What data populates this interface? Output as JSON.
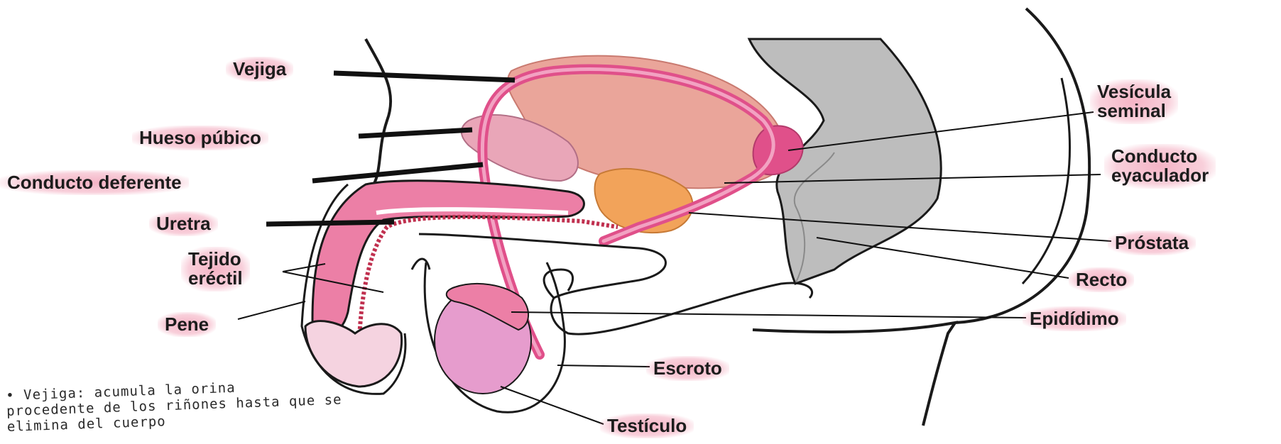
{
  "labels": {
    "vejiga": "Vejiga",
    "hueso_pubico": "Hueso púbico",
    "conducto_deferente": "Conducto deferente",
    "uretra": "Uretra",
    "tejido_erectil_line1": "Tejido",
    "tejido_erectil_line2": "eréctil",
    "pene": "Pene",
    "vesicula_line1": "Vesícula",
    "vesicula_line2": "seminal",
    "conducto_eyac_line1": "Conducto",
    "conducto_eyac_line2": "eyaculador",
    "prostata": "Próstata",
    "recto": "Recto",
    "epididimo": "Epidídimo",
    "escroto": "Escroto",
    "testiculo": "Testículo"
  },
  "note": {
    "line1": "• Vejiga: acumula la orina",
    "line2": "procedente de los riñones hasta que se",
    "line3": "elimina del cuerpo"
  },
  "colors": {
    "pink": "#ec7fa6",
    "pink_dark": "#e0508a",
    "bladder": "#eaa59a",
    "prostate": "#f2a35a",
    "rectum_gray": "#b8b8b8",
    "testis": "#e69ccd",
    "highlight": "#ec7696"
  }
}
